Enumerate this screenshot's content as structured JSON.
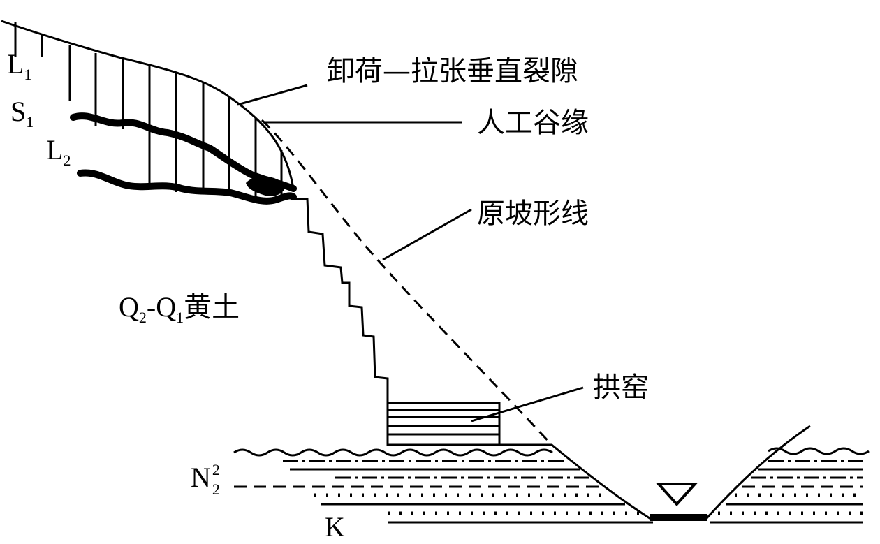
{
  "labels": {
    "unloading_cracks": "卸荷—拉张垂直裂隙",
    "artificial_valley_edge": "人工谷缘",
    "original_slope_line": "原坡形线",
    "loess_main": "Q",
    "loess_sub1": "2",
    "loess_dash": "-Q",
    "loess_sub2": "1",
    "loess_text": "黄土",
    "arch_cave": "拱窑",
    "layer_L1": "L",
    "layer_L1_sub": "1",
    "layer_S1": "S",
    "layer_S1_sub": "1",
    "layer_L2": "L",
    "layer_L2_sub": "2",
    "neogene_main": "N",
    "neogene_sup": "2",
    "neogene_sub": "2",
    "cretaceous": "K"
  },
  "colors": {
    "ink": "#000000",
    "background": "#ffffff"
  },
  "symbols": {
    "water_level": "water-level-triangle-icon"
  }
}
